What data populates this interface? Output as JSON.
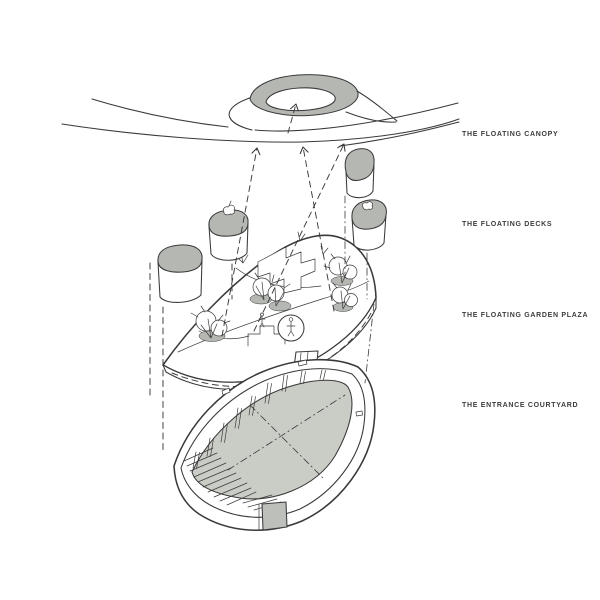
{
  "labels": {
    "canopy": "THE FLOATING CANOPY",
    "decks": "THE FLOATING DECKS",
    "garden_plaza": "THE FLOATING GARDEN PLAZA",
    "entrance_courtyard": "THE ENTRANCE COURTYARD"
  },
  "colors": {
    "ink": "#3a3a3a",
    "shade_gray": "#b4b7b2",
    "floor_gray": "#caccc6",
    "door_gray": "#bcbfba",
    "label_text": "#3c3c3c",
    "background": "#ffffff"
  }
}
